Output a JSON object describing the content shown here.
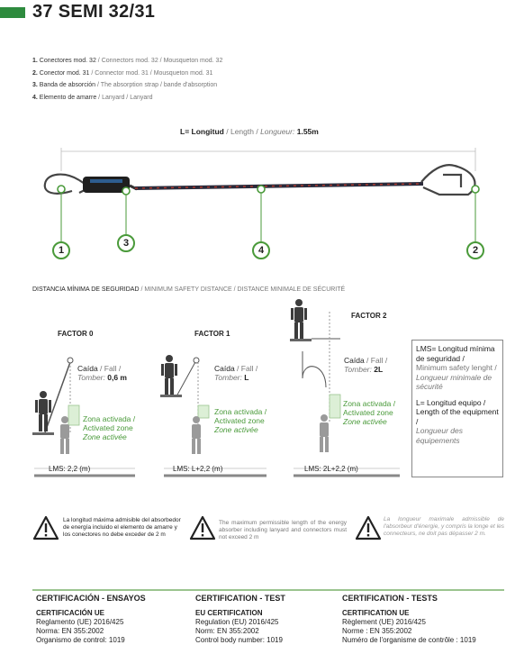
{
  "header": {
    "title": "37 SEMI 32/31"
  },
  "components": [
    {
      "num": "1.",
      "es": "Conectores mod. 32",
      "sep1": " / ",
      "en": "Connectors mod. 32",
      "sep2": " / ",
      "fr": "Mousqueton mod. 32"
    },
    {
      "num": "2.",
      "es": "Conector mod. 31",
      "sep1": " / ",
      "en": "Connector mod. 31",
      "sep2": " / ",
      "fr": "Mousqueton mod. 31"
    },
    {
      "num": "3.",
      "es": "Banda de absorción",
      "sep1": " / ",
      "en": "The absorption strap",
      "sep2": " / ",
      "fr": "bande d'absorption"
    },
    {
      "num": "4.",
      "es": "Elemento de amarre",
      "sep1": " / ",
      "en": "Lanyard",
      "sep2": " / ",
      "fr": "Lanyard"
    }
  ],
  "length": {
    "es": "L= Longitud",
    "sep1": " / ",
    "en": "Length",
    "sep2": " / ",
    "fr": "Longueur:",
    "value": "1.55m"
  },
  "callouts": [
    "1",
    "3",
    "4",
    "2"
  ],
  "distance_heading": {
    "es": "DISTANCIA MÍNIMA DE SEGURIDAD",
    "rest": " / MINIMUM SAFETY DISTANCE / DISTANCE MINIMALE DE SÉCURITÉ"
  },
  "factors": [
    {
      "label": "FACTOR 0",
      "fall_es": "Caída",
      "fall_en": "Fall",
      "fall_fr": "Tomber:",
      "fall_value": "0,6 m",
      "zone_es": "Zona activada /",
      "zone_en": "Activated zone",
      "zone_fr": "Zone activée",
      "lms": "LMS: 2,2 (m)"
    },
    {
      "label": "FACTOR 1",
      "fall_es": "Caída",
      "fall_en": "Fall",
      "fall_fr": "Tomber:",
      "fall_value": "L",
      "zone_es": "Zona activada /",
      "zone_en": "Activated zone",
      "zone_fr": "Zone activée",
      "lms": "LMS: L+2,2 (m)"
    },
    {
      "label": "FACTOR 2",
      "fall_es": "Caída",
      "fall_en": "Fall",
      "fall_fr": "Tomber:",
      "fall_value": "2L",
      "zone_es": "Zona activada /",
      "zone_en": "Activated zone",
      "zone_fr": "Zone activée",
      "lms": "LMS: 2L+2,2 (m)"
    }
  ],
  "legend": {
    "lms_line1": "LMS= Longitud mínima de seguridad /",
    "lms_line2": "Minimum safety lenght /",
    "lms_line3": "Longueur minimale de sécurité",
    "l_line1": "L= Longitud equipo / Length of the equipment /",
    "l_line2": "Longueur des équipements"
  },
  "warnings": [
    {
      "text": "La longitud máxima admisible del absorbedor de energía incluido el elemento de amarre y los conectores no debe exceder de 2 m"
    },
    {
      "text": "The maximum permissible length of the energy absorber including lanyard and connectors must not exceed 2 m"
    },
    {
      "text": "La longueur maximale admissible de l'absorbeur d'énergie, y compris la longe et les connecteurs, ne doit pas dépasser 2 m."
    }
  ],
  "certification": [
    {
      "heading": "CERTIFICACIÓN - ENSAYOS",
      "sub": "CERTIFICACIÓN UE",
      "l1": "Reglamento (UE) 2016/425",
      "l2": "Norma: EN 355:2002",
      "l3": "Organismo de control: 1019"
    },
    {
      "heading": "CERTIFICATION - TEST",
      "sub": "EU CERTIFICATION",
      "l1": "Regulation (EU) 2016/425",
      "l2": "Norm: EN 355:2002",
      "l3": "Control body number: 1019"
    },
    {
      "heading": "CERTIFICATION - TESTS",
      "sub": "CERTIFICATION UE",
      "l1": "Règlement (UE) 2016/425",
      "l2": "Norme : EN 355:2002",
      "l3": "Numéro de l'organisme de contrôle : 1019"
    }
  ],
  "colors": {
    "brand_green": "#2e8b3e",
    "accent_green": "#4a9a3a",
    "zone_fill": "#dcefd6"
  }
}
